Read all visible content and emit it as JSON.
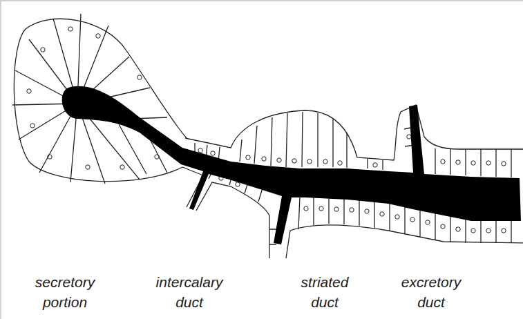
{
  "diagram": {
    "labels": [
      "secretory portion",
      "intercalary duct",
      "striated duct",
      "excretory duct"
    ]
  }
}
